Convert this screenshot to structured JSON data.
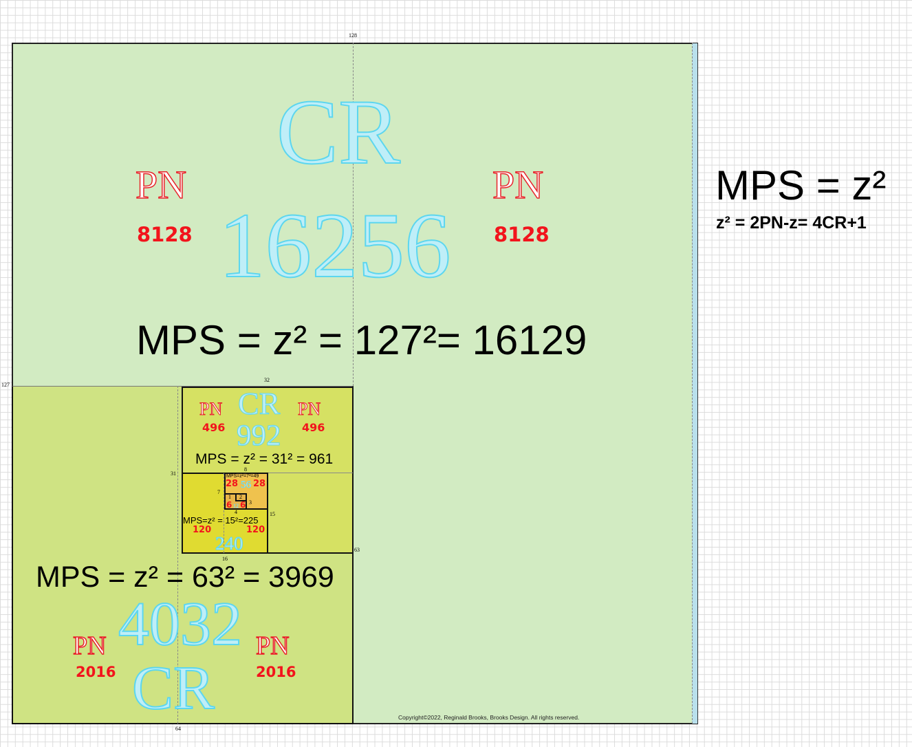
{
  "colors": {
    "outer": "#d2ebc2",
    "sq64": "#cfe383",
    "sq32": "#d6e163",
    "sq16": "#e0db31",
    "sq8": "#efc24e",
    "cr": "#5cd6ef",
    "pn": "#e8232a"
  },
  "level128": {
    "side": "128",
    "cr_label": "CR",
    "cr_value": "16256",
    "pn_label": "PN",
    "pn_value": "8128",
    "mps": "MPS = z² = 127²= 16129",
    "side_label": "127"
  },
  "legend": {
    "title": "MPS = z²",
    "formula": "z² = 2PN-z= 4CR+1"
  },
  "level64": {
    "side": "64",
    "cr_label": "CR",
    "cr_value": "4032",
    "pn_label": "PN",
    "pn_value": "2016",
    "mps": "MPS = z² = 63² = 3969",
    "side_label": "63"
  },
  "level32": {
    "side": "32",
    "cr_label": "CR",
    "cr_value": "992",
    "pn_label": "PN",
    "pn_value": "496",
    "mps": "MPS = z² = 31² = 961",
    "side_label": "31"
  },
  "level16": {
    "side": "16",
    "cr_value": "240",
    "pn_value": "120",
    "mps": "MPS=z² = 15²=225",
    "side_label": "15"
  },
  "level8": {
    "side": "8",
    "cr_value": "56",
    "pn_value": "28",
    "mps": "MPS=z²=7²=49",
    "side_label": "7"
  },
  "level4": {
    "side": "4",
    "cr_value": "12",
    "pn_value": "6",
    "side_label": "3",
    "one": "1",
    "two": "2"
  },
  "copyright": "Copyright©2022, Reginald Brooks, Brooks Design. All rights reserved."
}
